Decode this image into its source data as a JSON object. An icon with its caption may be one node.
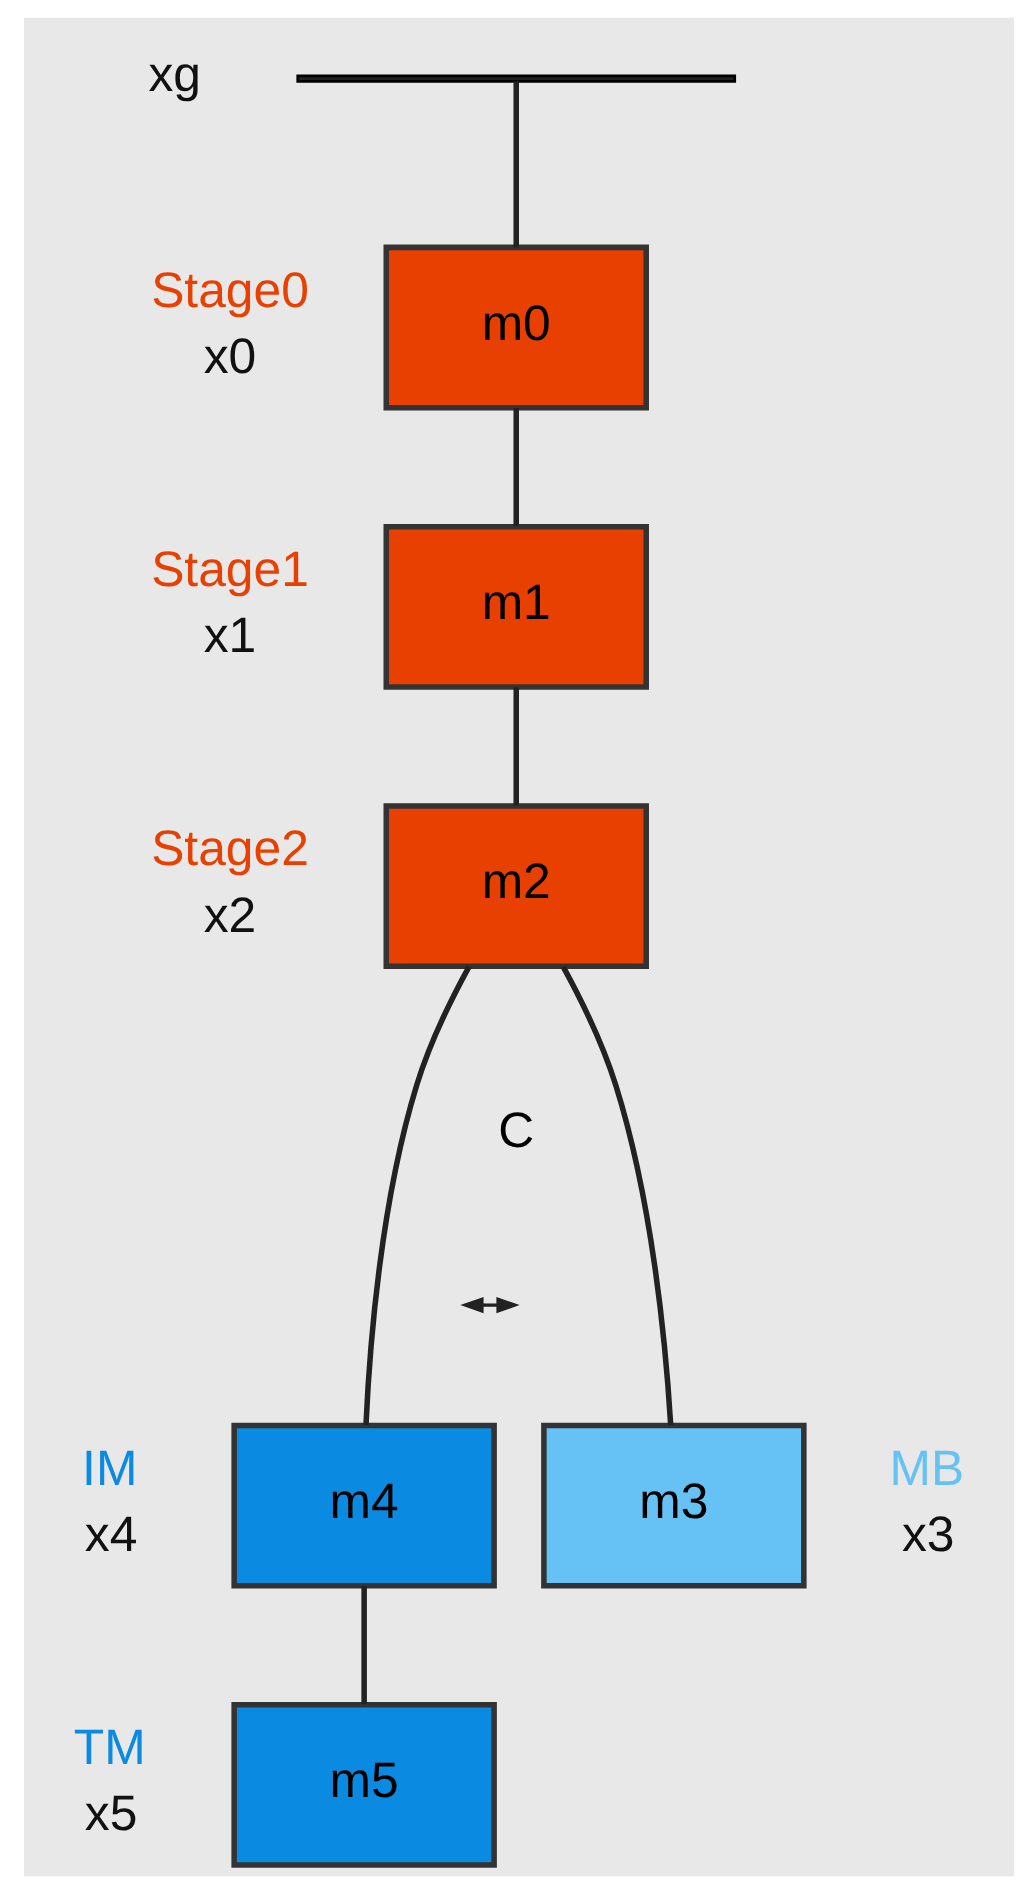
{
  "diagram": {
    "nodes": [
      {
        "text": [],
        "shape": "bar",
        "beside": [
          "xg"
        ]
      },
      {
        "text": [
          "m0"
        ],
        "beside": [
          "Stage0",
          "x0"
        ]
      },
      {
        "text": [
          "m1"
        ],
        "beside": [
          "Stage1",
          "x1"
        ]
      },
      {
        "text": [
          "m2"
        ],
        "beside": [
          "Stage2",
          "x2"
        ]
      },
      {
        "text": [
          "m4"
        ],
        "beside": [
          "IM",
          "x4"
        ]
      },
      {
        "text": [
          "m3"
        ],
        "beside": [
          "MB",
          "x3"
        ]
      },
      {
        "text": [
          "m5"
        ],
        "beside": [
          "TM",
          "x5"
        ]
      }
    ],
    "edges": [
      {
        "from": 0,
        "to": 1,
        "arrow": "none"
      },
      {
        "from": 1,
        "to": 2,
        "arrow": "none"
      },
      {
        "from": 2,
        "to": 3,
        "arrow": "none"
      },
      {
        "from": 3,
        "to": 4,
        "arrow": "none"
      },
      {
        "from": 3,
        "to": 5,
        "arrow": "none"
      },
      {
        "from": 4,
        "to": 6,
        "arrow": "none"
      }
    ],
    "labels": [
      "C"
    ]
  }
}
